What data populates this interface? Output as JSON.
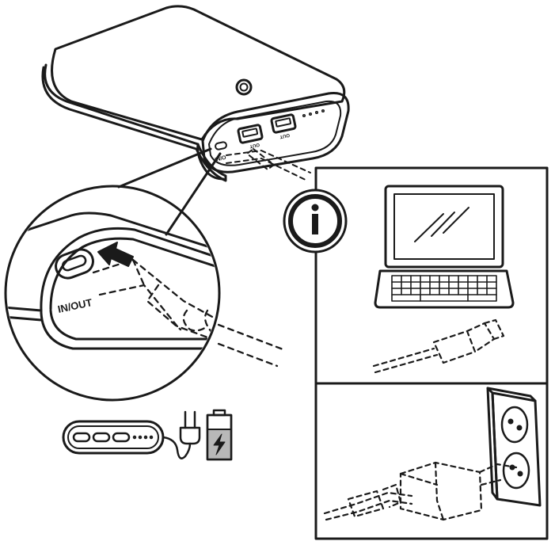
{
  "labels": {
    "inout_zoom": "IN/OUT",
    "inout_small": "IN/O",
    "out_1": "OUT",
    "out_2": "OUT"
  },
  "icons": {
    "info": "info-icon",
    "arrow": "push-arrow-icon",
    "laptop": "laptop-icon",
    "socket": "wall-socket-icon",
    "adapter": "power-adapter-icon",
    "plug": "plug-icon",
    "battery": "battery-charging-icon",
    "powerbank_small": "powerbank-leds-icon"
  },
  "colors": {
    "stroke": "#1a1a1a",
    "battery_fill": "#b8b8b8",
    "background": "#ffffff"
  }
}
